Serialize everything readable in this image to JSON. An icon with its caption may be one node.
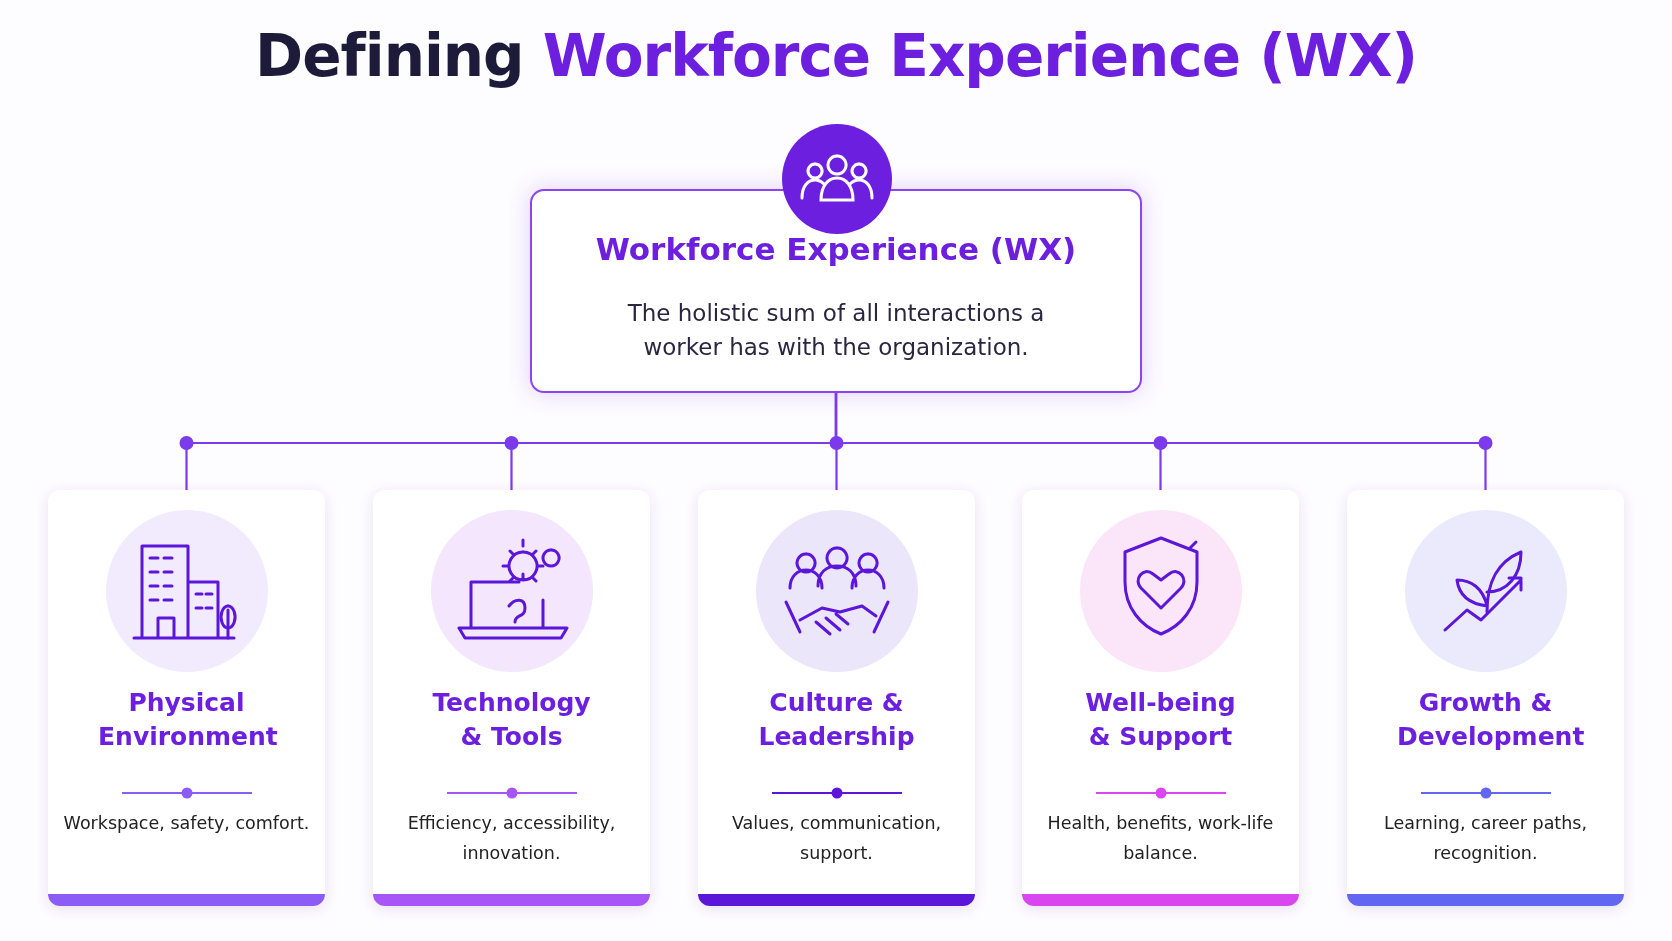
{
  "diagram": {
    "title": "Defining Workforce Experience (WX)",
    "nodes": [
      {
        "text": [
          "Workforce Experience (WX)",
          "The holistic sum of all interactions a worker has with the organization."
        ]
      },
      {
        "text": [
          "Physical Environment",
          "Workspace, safety, comfort."
        ]
      },
      {
        "text": [
          "Technology & Tools",
          "Efficiency, accessibility, innovation."
        ]
      },
      {
        "text": [
          "Culture & Leadership",
          "Values, communication, support."
        ]
      },
      {
        "text": [
          "Well-being & Support",
          "Health, benefits, work-life balance."
        ]
      },
      {
        "text": [
          "Growth & Development",
          "Learning, career paths, recognition."
        ]
      }
    ],
    "edges": [
      {
        "from": 0,
        "to": 1,
        "arrow": "none"
      },
      {
        "from": 0,
        "to": 2,
        "arrow": "none"
      },
      {
        "from": 0,
        "to": 3,
        "arrow": "none"
      },
      {
        "from": 0,
        "to": 4,
        "arrow": "none"
      },
      {
        "from": 0,
        "to": 5,
        "arrow": "none"
      }
    ]
  }
}
